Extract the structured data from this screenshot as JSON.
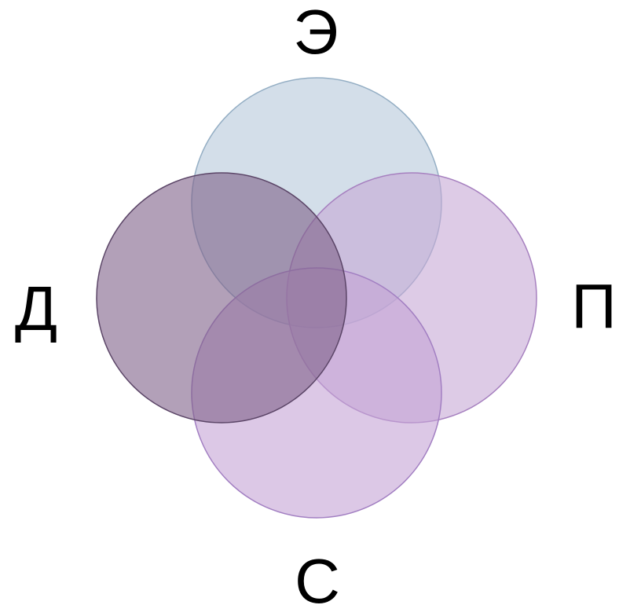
{
  "labels": {
    "top": "Э",
    "left": "Д",
    "right": "П",
    "bottom": "С"
  },
  "circles": [
    {
      "id": "top",
      "fill": "#b5c8db",
      "stroke": "#94aec4"
    },
    {
      "id": "right",
      "fill": "#c7a9d6",
      "stroke": "#a680bf"
    },
    {
      "id": "bottom",
      "fill": "#c4a4d6",
      "stroke": "#a27fc2"
    },
    {
      "id": "left",
      "fill": "#7e6089",
      "stroke": "#5b4567"
    }
  ]
}
